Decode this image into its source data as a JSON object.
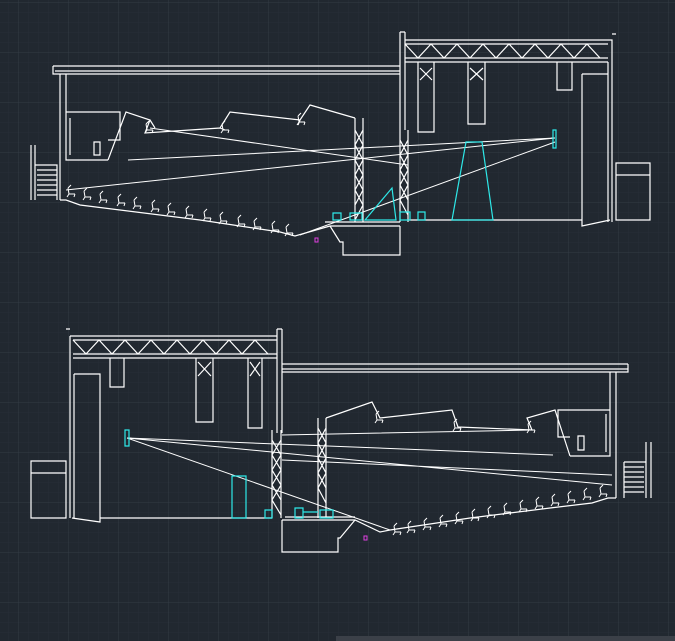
{
  "colors": {
    "background": "#212830",
    "grid_major": "#343b45",
    "grid_minor": "#272e37",
    "line": "#ffffff",
    "accent": "#2ee8e8",
    "marker": "#e040e0"
  },
  "drawings": [
    {
      "id": "upper",
      "orientation": "stage-right",
      "seat_count": 15
    },
    {
      "id": "lower",
      "orientation": "stage-left",
      "seat_count": 15
    }
  ]
}
